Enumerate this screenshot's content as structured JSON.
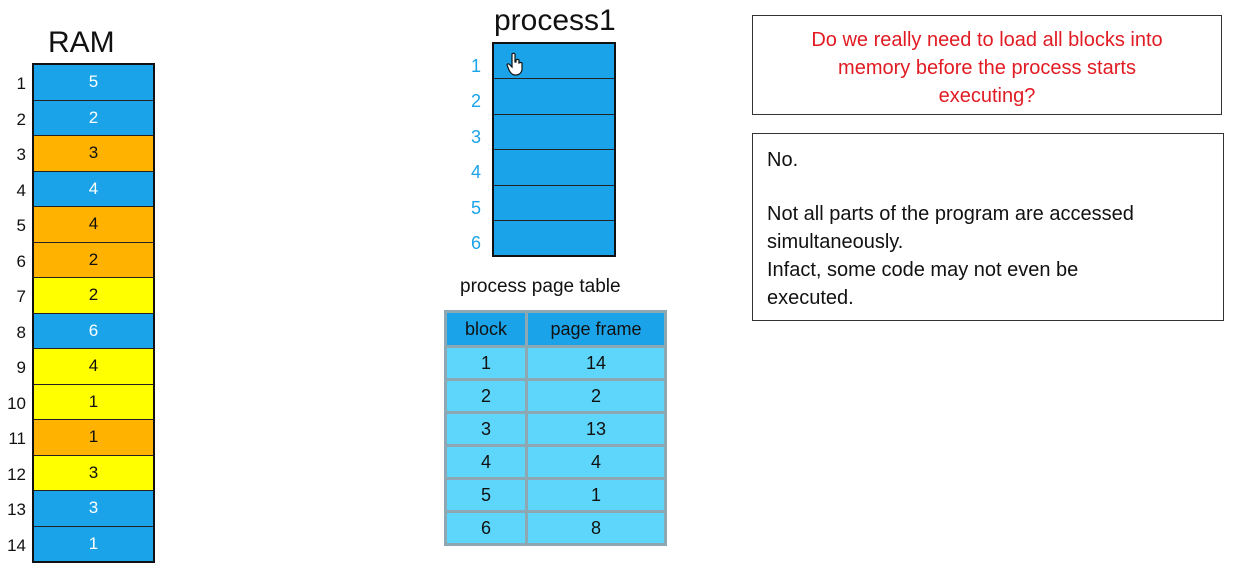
{
  "ram": {
    "title": "RAM",
    "colors": {
      "blue": "#1aa3e8",
      "orange": "#ffb300",
      "yellow": "#ffff00"
    },
    "rows": [
      {
        "index": "1",
        "value": "5",
        "color": "blue"
      },
      {
        "index": "2",
        "value": "2",
        "color": "blue"
      },
      {
        "index": "3",
        "value": "3",
        "color": "orange"
      },
      {
        "index": "4",
        "value": "4",
        "color": "blue"
      },
      {
        "index": "5",
        "value": "4",
        "color": "orange"
      },
      {
        "index": "6",
        "value": "2",
        "color": "orange"
      },
      {
        "index": "7",
        "value": "2",
        "color": "yellow"
      },
      {
        "index": "8",
        "value": "6",
        "color": "blue"
      },
      {
        "index": "9",
        "value": "4",
        "color": "yellow"
      },
      {
        "index": "10",
        "value": "1",
        "color": "yellow"
      },
      {
        "index": "11",
        "value": "1",
        "color": "orange"
      },
      {
        "index": "12",
        "value": "3",
        "color": "yellow"
      },
      {
        "index": "13",
        "value": "3",
        "color": "blue"
      },
      {
        "index": "14",
        "value": "1",
        "color": "blue"
      }
    ]
  },
  "process": {
    "title": "process1",
    "blocks": [
      "1",
      "2",
      "3",
      "4",
      "5",
      "6"
    ],
    "block_color": "#1aa3e8",
    "index_color": "#1aa3e8"
  },
  "page_table": {
    "caption": "process page table",
    "headers": [
      "block",
      "page frame"
    ],
    "rows": [
      [
        "1",
        "14"
      ],
      [
        "2",
        "2"
      ],
      [
        "3",
        "13"
      ],
      [
        "4",
        "4"
      ],
      [
        "5",
        "1"
      ],
      [
        "6",
        "8"
      ]
    ],
    "header_color": "#1aa3e8",
    "cell_color": "#5ed6fb"
  },
  "question": {
    "lines": [
      "Do we really need to load all blocks into",
      "memory before the process starts",
      "executing?"
    ],
    "color": "#e11b23"
  },
  "answer": {
    "line1": "No.",
    "line2": "Not all parts of the program are accessed",
    "line3": "simultaneously.",
    "line4": "Infact, some code may not even be",
    "line5": "executed."
  },
  "cursor_icon": "hand-pointer-icon"
}
